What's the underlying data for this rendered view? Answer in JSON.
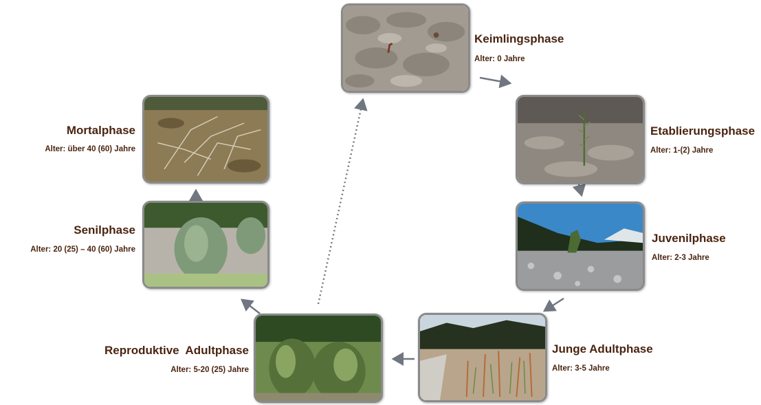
{
  "stages": [
    {
      "title": "Keimlingsphase",
      "age": "Alter: 0 Jahre",
      "photo": "seedling on gravel"
    },
    {
      "title": "Etablierungsphase",
      "age": "Alter: 1-(2) Jahre",
      "photo": "young sprout in gravel"
    },
    {
      "title": "Juvenilphase",
      "age": "Alter: 2-3 Jahre",
      "photo": "small shrub on gravel bank with mountains"
    },
    {
      "title": "Junge Adultphase",
      "age": "Alter: 3-5 Jahre",
      "photo": "shrubs along riverbed"
    },
    {
      "title": "Reproduktive  Adultphase",
      "age": "Alter: 5-20 (25) Jahre",
      "photo": "dense shrubs with forest"
    },
    {
      "title": "Senilphase",
      "age": "Alter: 20 (25) – 40 (60) Jahre",
      "photo": "large shrub on gravel"
    },
    {
      "title": "Mortalphase",
      "age": "Alter: über 40 (60) Jahre",
      "photo": "dead twigs on dry ground"
    }
  ],
  "colors": {
    "label_text": "#4a2410",
    "frame": "#8a8a8a",
    "arrow": "#707780"
  }
}
